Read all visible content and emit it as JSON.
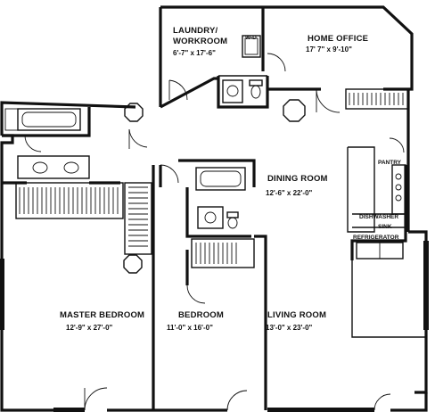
{
  "rooms": {
    "laundry": {
      "name_line1": "LAUNDRY/",
      "name_line2": "WORKROOM",
      "dims": "6'-7\" x 17'-6\"",
      "wd": "W-D"
    },
    "home_office": {
      "name": "HOME OFFICE",
      "dims": "17' 7\" x 9'-10\""
    },
    "dining": {
      "name": "DINING ROOM",
      "dims": "12'-6\" x 22'-0\""
    },
    "master": {
      "name": "MASTER BEDROOM",
      "dims": "12'-9\" x 27'-0\""
    },
    "bedroom": {
      "name": "BEDROOM",
      "dims": "11'-0\" x 16'-0\""
    },
    "living": {
      "name": "LIVING ROOM",
      "dims": "13'-0\" x 23'-0\""
    }
  },
  "fixtures": {
    "pantry": "PANTRY",
    "dishwasher": "DISHWASHER",
    "sink": "SINK",
    "refrigerator": "REFRIGERATOR"
  }
}
